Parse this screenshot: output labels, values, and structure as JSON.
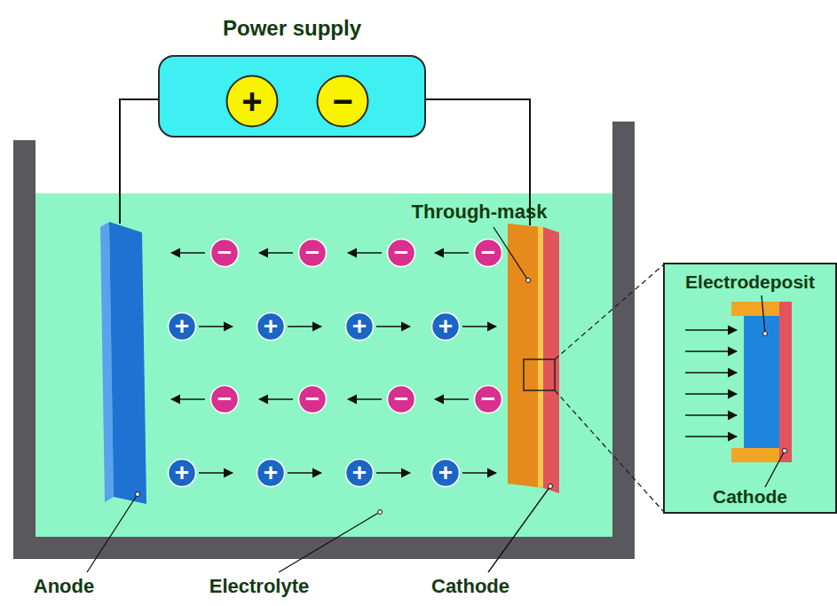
{
  "diagram": {
    "nodes": [
      {
        "text": [
          "Power supply"
        ]
      },
      {
        "text": [
          "+"
        ],
        "in": 0
      },
      {
        "text": [
          "−"
        ],
        "in": 0
      },
      {
        "text": [
          "−"
        ]
      },
      {
        "text": [
          "−"
        ]
      },
      {
        "text": [
          "−"
        ]
      },
      {
        "text": [
          "−"
        ]
      },
      {
        "text": [
          "+"
        ]
      },
      {
        "text": [
          "+"
        ]
      },
      {
        "text": [
          "+"
        ]
      },
      {
        "text": [
          "+"
        ]
      },
      {
        "text": [
          "−"
        ]
      },
      {
        "text": [
          "−"
        ]
      },
      {
        "text": [
          "−"
        ]
      },
      {
        "text": [
          "−"
        ]
      },
      {
        "text": [
          "+"
        ]
      },
      {
        "text": [
          "+"
        ]
      },
      {
        "text": [
          "+"
        ]
      },
      {
        "text": [
          "+"
        ]
      },
      {
        "text": [
          "Electrodeposit",
          "Cathode"
        ]
      }
    ],
    "labels": [
      "Through-mask",
      "Anode",
      "Electrolyte",
      "Cathode"
    ]
  }
}
